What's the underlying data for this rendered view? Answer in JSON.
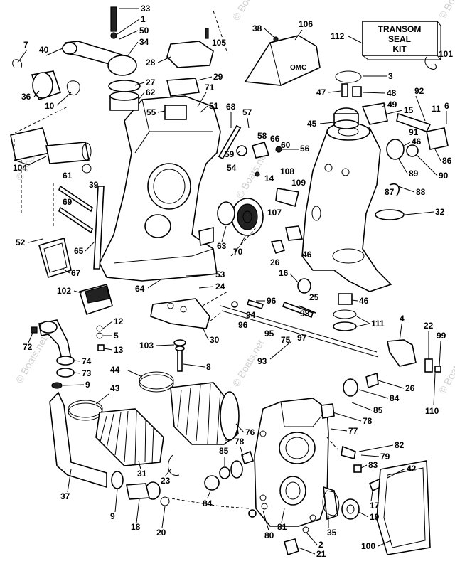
{
  "watermark": {
    "text": "© Boats.net"
  },
  "kit_box": {
    "line1": "TRANSOM",
    "line2": "SEAL",
    "line3": "KIT"
  },
  "labels": {
    "n33": "33",
    "n1": "1",
    "n50": "50",
    "n34": "34",
    "n28": "28",
    "n105": "105",
    "n38": "38",
    "n106": "106",
    "n112": "112",
    "n7": "7",
    "n40": "40",
    "n36": "36",
    "n10": "10",
    "n27": "27",
    "n62": "62",
    "n55": "55",
    "n71": "71",
    "n51": "51",
    "n29": "29",
    "n3": "3",
    "n47": "47",
    "n48": "48",
    "n49": "49",
    "n15": "15",
    "n92": "92",
    "n101": "101",
    "n11": "11",
    "n6": "6",
    "n104": "104",
    "n39": "39",
    "n68": "68",
    "n57": "57",
    "n58": "58",
    "n66": "66",
    "n60": "60",
    "n56": "56",
    "n59": "59",
    "n54": "54",
    "n14": "14",
    "n45": "45",
    "n91": "91",
    "n46a": "46",
    "n86": "86",
    "n89": "89",
    "n90": "90",
    "n87": "87",
    "n88": "88",
    "n61": "61",
    "n69": "69",
    "n108": "108",
    "n109": "109",
    "n107": "107",
    "n32": "32",
    "n52": "52",
    "n65": "65",
    "n67": "67",
    "n63": "63",
    "n70": "70",
    "n46b": "46",
    "n26a": "26",
    "n16": "16",
    "n53": "53",
    "n64": "64",
    "n24": "24",
    "n102": "102",
    "n96a": "96",
    "n94": "94",
    "n96b": "96",
    "n95": "95",
    "n75": "75",
    "n97": "97",
    "n98": "98",
    "n25": "25",
    "n46c": "46",
    "n111": "111",
    "n4": "4",
    "n22": "22",
    "n99": "99",
    "n12": "12",
    "n5": "5",
    "n72": "72",
    "n13": "13",
    "n30": "30",
    "n93": "93",
    "n103": "103",
    "n8": "8",
    "n74": "74",
    "n73": "73",
    "n9a": "9",
    "n44": "44",
    "n43": "43",
    "n26b": "26",
    "n84a": "84",
    "n110": "110",
    "n85a": "85",
    "n78a": "78",
    "n76": "76",
    "n77": "77",
    "n82": "82",
    "n78b": "78",
    "n85b": "85",
    "n79": "79",
    "n83": "83",
    "n42": "42",
    "n37": "37",
    "n31": "31",
    "n23": "23",
    "n84b": "84",
    "n17": "17",
    "n19": "19",
    "n9b": "9",
    "n18": "18",
    "n20": "20",
    "n80": "80",
    "n81": "81",
    "n2": "2",
    "n35": "35",
    "n21": "21",
    "n100": "100"
  }
}
